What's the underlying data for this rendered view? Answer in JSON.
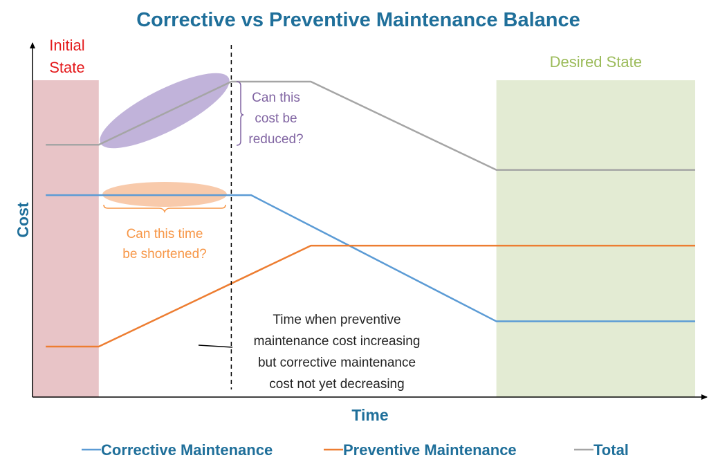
{
  "colors": {
    "title": "#1f6f9a",
    "axis": "#000000",
    "corrective": "#5b9bd5",
    "preventive": "#ed7d31",
    "total": "#a5a5a5",
    "initial_band": "#e8c4c7",
    "desired_band": "#e3ebd3",
    "initial_label": "#e41a1c",
    "desired_label": "#9bbb59",
    "purple": "#8064a2",
    "purple_fill": "#b6a6d3",
    "orange_fill": "#f7c19c",
    "orange_text": "#f79646",
    "note_text": "#222222"
  },
  "chart_data": {
    "type": "line",
    "title": "Corrective vs Preventive Maintenance Balance",
    "xlabel": "Time",
    "ylabel": "Cost",
    "grid": false,
    "legend_position": "bottom",
    "ticks": "none",
    "series": [
      {
        "name": "Corrective Maintenance",
        "color": "#5b9bd5",
        "points": [
          [
            0.02,
            0.64
          ],
          [
            0.33,
            0.64
          ],
          [
            0.7,
            0.24
          ],
          [
            1.0,
            0.24
          ]
        ]
      },
      {
        "name": "Preventive Maintenance",
        "color": "#ed7d31",
        "points": [
          [
            0.02,
            0.16
          ],
          [
            0.1,
            0.16
          ],
          [
            0.42,
            0.48
          ],
          [
            1.0,
            0.48
          ]
        ]
      },
      {
        "name": "Total",
        "color": "#a5a5a5",
        "points": [
          [
            0.02,
            0.8
          ],
          [
            0.1,
            0.8
          ],
          [
            0.3,
            1.0
          ],
          [
            0.42,
            1.0
          ],
          [
            0.7,
            0.72
          ],
          [
            1.0,
            0.72
          ]
        ]
      }
    ],
    "regions": [
      {
        "label": [
          "Initial",
          "State"
        ],
        "x_start": 0.0,
        "x_end": 0.1
      },
      {
        "label": [
          "Desired State"
        ],
        "x_start": 0.7,
        "x_end": 1.0
      }
    ],
    "marker_x": 0.3,
    "annotations": {
      "cost_question": [
        "Can this",
        "cost be",
        "reduced?"
      ],
      "time_question": [
        "Can this time",
        "be shortened?"
      ],
      "note": [
        "Time when preventive",
        "maintenance cost increasing",
        "but corrective maintenance",
        "cost not yet decreasing"
      ]
    }
  }
}
